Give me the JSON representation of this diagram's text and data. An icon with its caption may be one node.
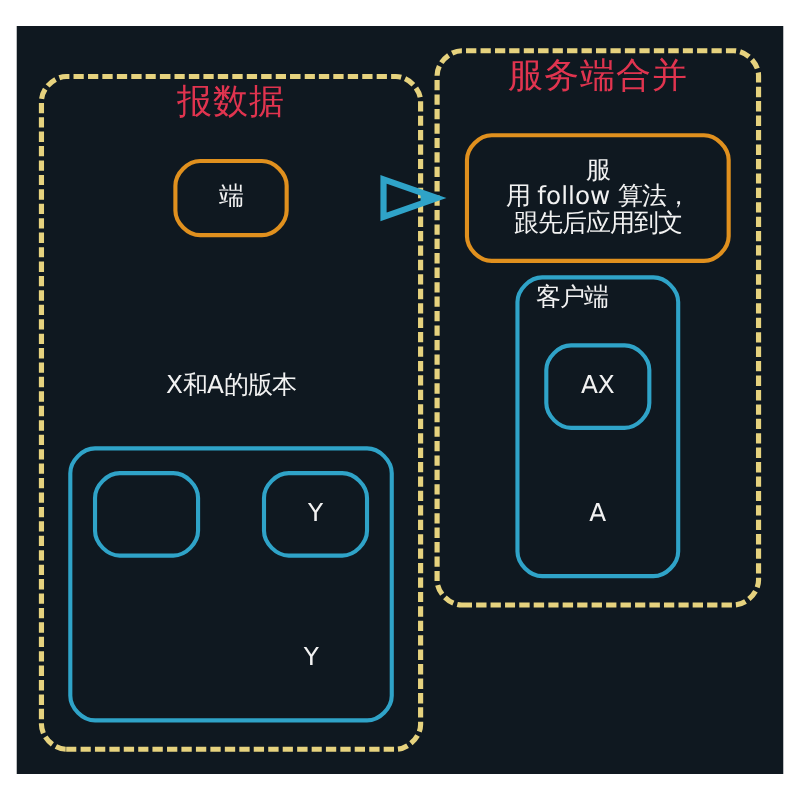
{
  "diagram": {
    "nodes": [
      {
        "text": [
          "报数据"
        ]
      },
      {
        "text": [
          "端"
        ],
        "in": 0
      },
      {
        "text": [],
        "shape": "box",
        "in": 0
      },
      {
        "text": [],
        "shape": "box",
        "in": 2
      },
      {
        "text": [
          "Y"
        ],
        "in": 2
      },
      {
        "text": [
          "服务端合并"
        ]
      },
      {
        "text": [
          "服",
          "用 follow 算法，",
          "跟先后应用到文"
        ],
        "in": 5
      },
      {
        "text": [
          "客户端"
        ],
        "in": 5
      },
      {
        "text": [
          "AX"
        ],
        "in": 7
      }
    ],
    "edges": [
      {
        "from": 0,
        "to": 5,
        "arrow": "to"
      }
    ],
    "labels": [
      "X和A的版本",
      "Y",
      "A"
    ]
  }
}
